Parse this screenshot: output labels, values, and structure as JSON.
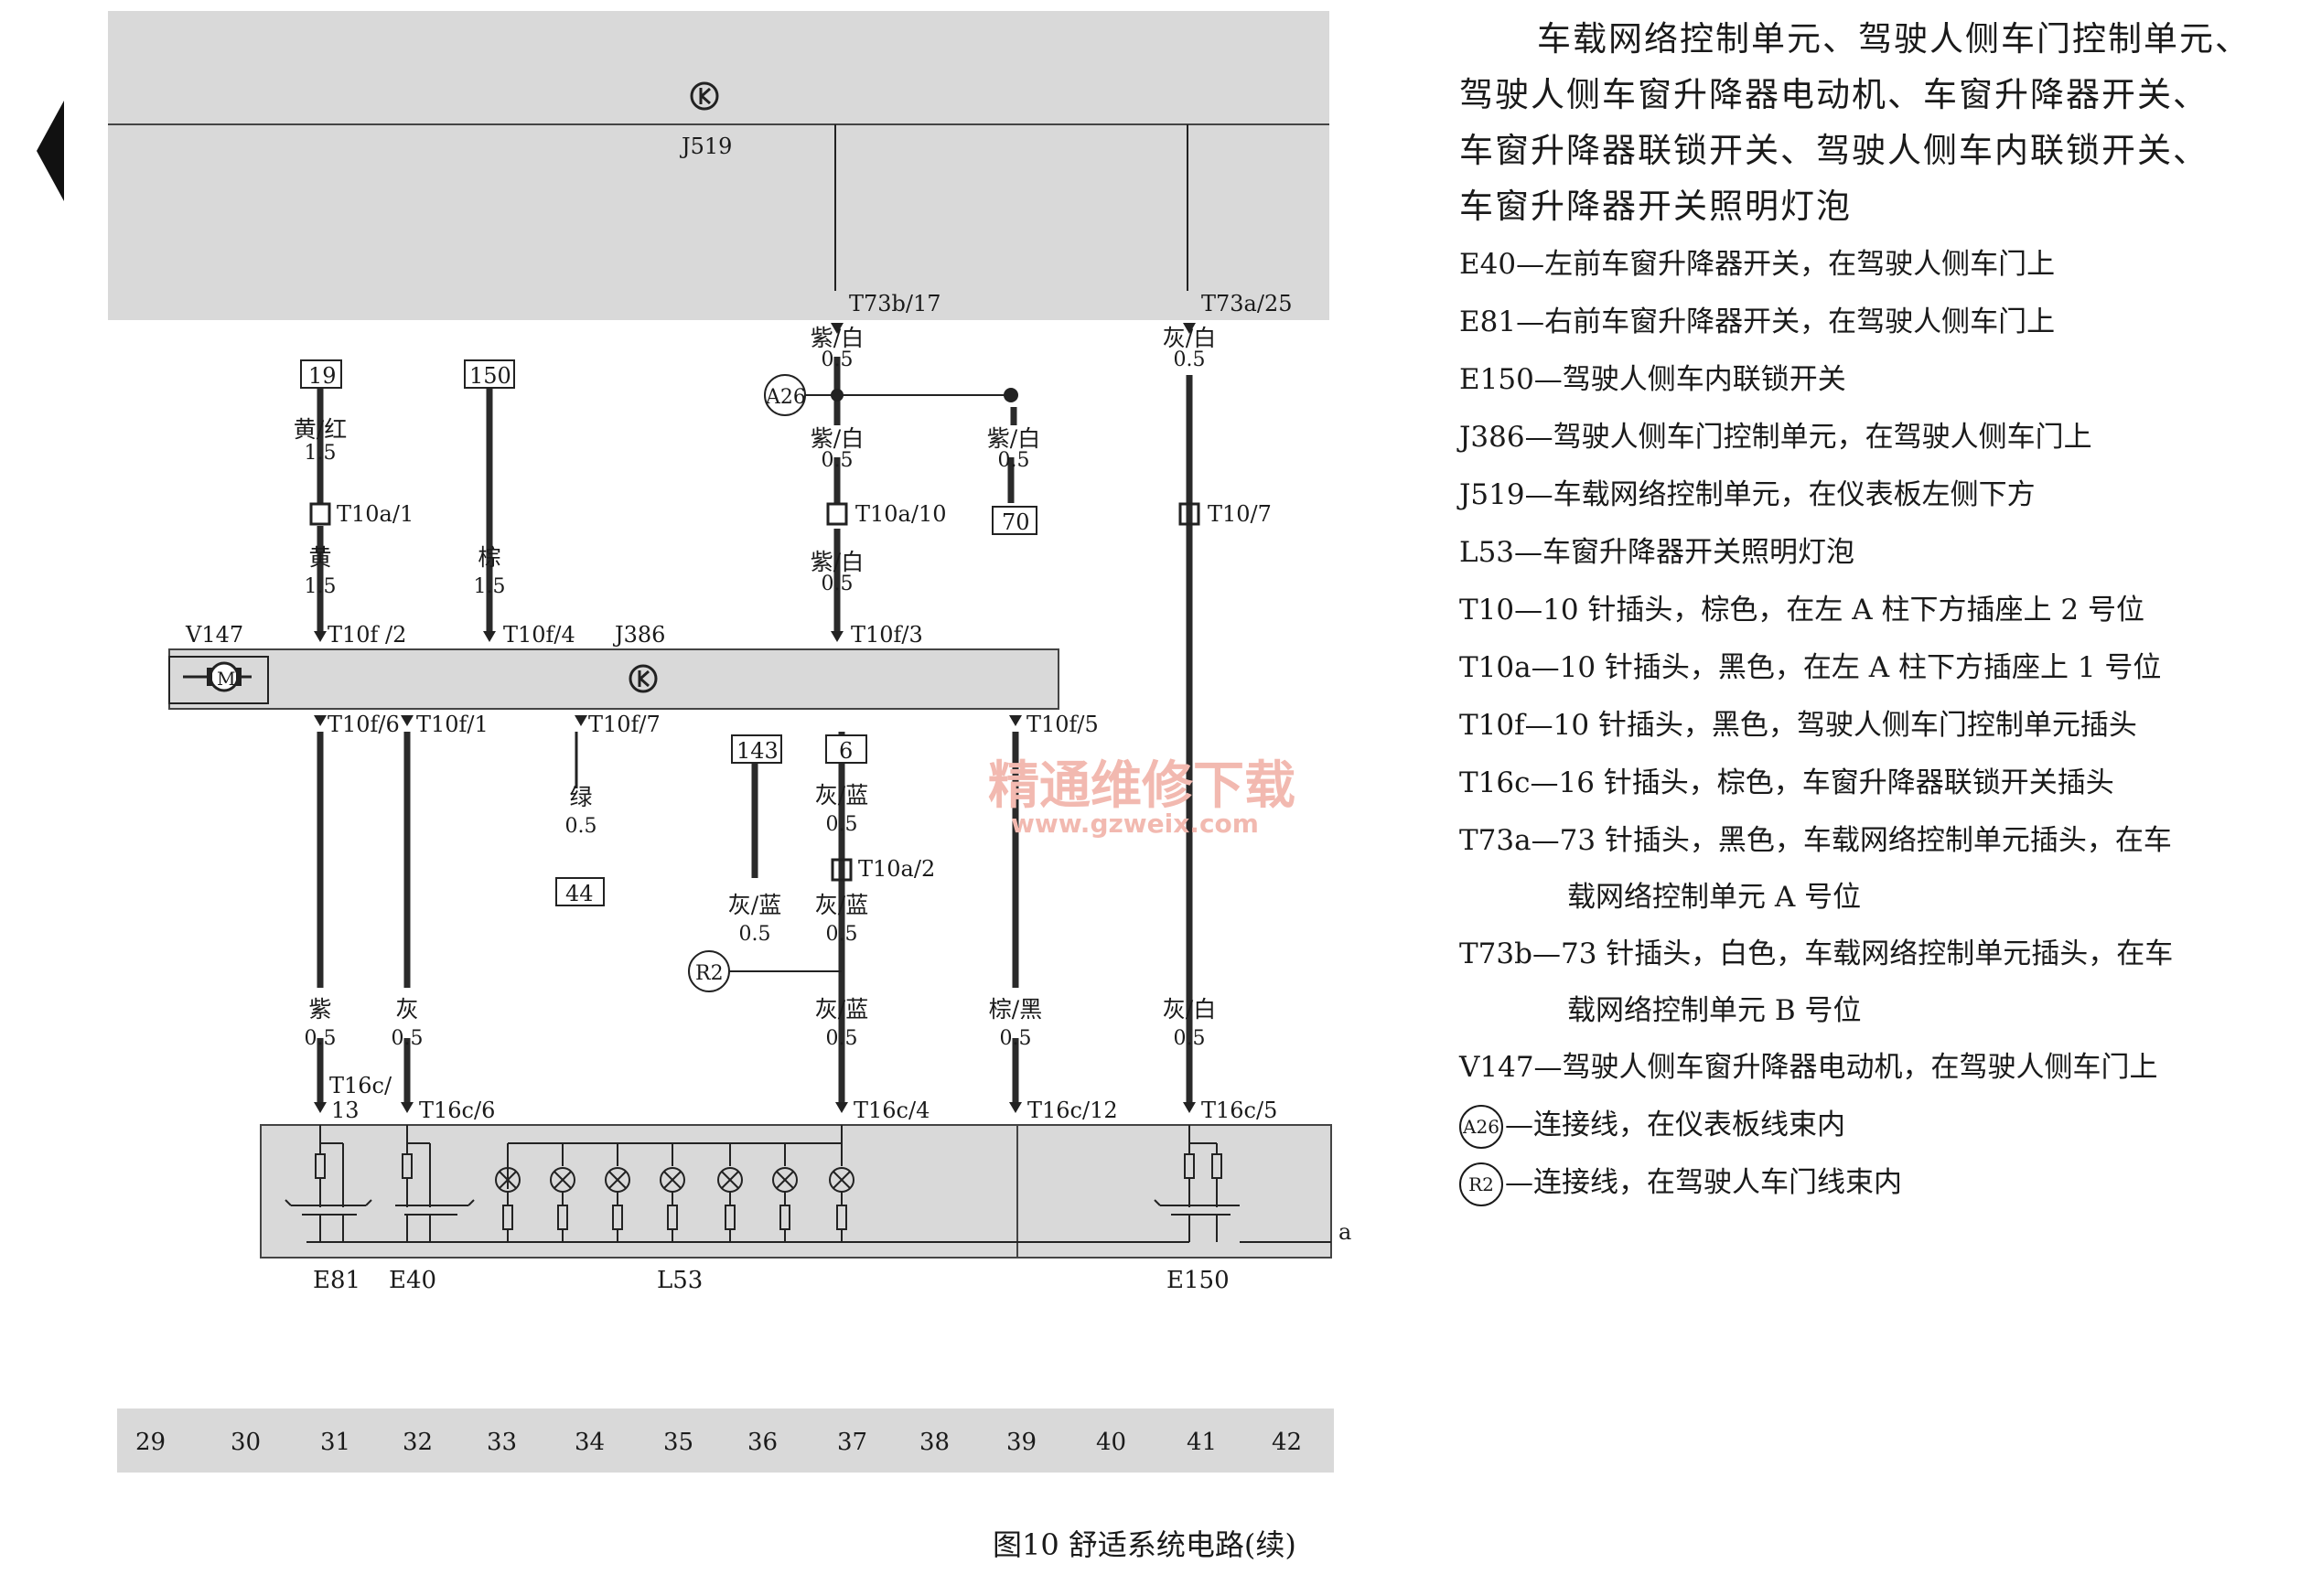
{
  "diagram": {
    "controller_top": "J519",
    "controller_door": "J386",
    "motor": "V147",
    "connectors": {
      "t73b_17": "T73b/17",
      "t73a_25": "T73a/25",
      "t10a_1": "T10a/1",
      "t10a_10": "T10a/10",
      "t10_7": "T10/7",
      "t10f_2": "T10f /2",
      "t10f_4": "T10f/4",
      "t10f_3": "T10f/3",
      "t10f_6": "T10f/6",
      "t10f_1": "T10f/1",
      "t10f_7": "T10f/7",
      "t10f_5": "T10f/5",
      "t10a_2": "T10a/2",
      "t16c_13a": "T16c/",
      "t16c_13b": "13",
      "t16c_6": "T16c/6",
      "t16c_4": "T16c/4",
      "t16c_12": "T16c/12",
      "t16c_5": "T16c/5"
    },
    "refs": {
      "r19": "19",
      "r150": "150",
      "r70": "70",
      "r143": "143",
      "r6": "6",
      "r44": "44"
    },
    "wires": {
      "purple_white": "紫/白",
      "gray_white": "灰/白",
      "yellow_red": "黄/红",
      "yellow": "黄",
      "brown": "棕",
      "green": "绿",
      "gray_blue": "灰/蓝",
      "purple": "紫",
      "gray": "灰",
      "brown_black": "棕/黑",
      "s05": "0.5",
      "s15": "1.5"
    },
    "splices": {
      "a26": "A26",
      "r2": "R2"
    },
    "components": {
      "e81": "E81",
      "e40": "E40",
      "l53": "L53",
      "e150": "E150"
    },
    "terminal_a": "a",
    "grid_numbers": [
      "29",
      "30",
      "31",
      "32",
      "33",
      "34",
      "35",
      "36",
      "37",
      "38",
      "39",
      "40",
      "41",
      "42"
    ],
    "watermark": {
      "line1": "精通维修下载",
      "line2": "www.gzweix.com"
    },
    "caption": "图10   舒适系统电路(续)"
  },
  "legend": {
    "intro": [
      "车载网络控制单元、驾驶人侧车门控制单元、",
      "驾驶人侧车窗升降器电动机、车窗升降器开关、",
      "车窗升降器联锁开关、驾驶人侧车内联锁开关、",
      "车窗升降器开关照明灯泡"
    ],
    "items": [
      "E40—左前车窗升降器开关，在驾驶人侧车门上",
      "E81—右前车窗升降器开关，在驾驶人侧车门上",
      "E150—驾驶人侧车内联锁开关",
      "J386—驾驶人侧车门控制单元，在驾驶人侧车门上",
      "J519—车载网络控制单元，在仪表板左侧下方",
      "L53—车窗升降器开关照明灯泡",
      "T10—10 针插头，棕色，在左 A 柱下方插座上 2 号位",
      "T10a—10 针插头，黑色，在左 A 柱下方插座上 1 号位",
      "T10f—10 针插头，黑色，驾驶人侧车门控制单元插头",
      "T16c—16 针插头，棕色，车窗升降器联锁开关插头"
    ],
    "items_long": [
      {
        "line1": "T73a—73 针插头，黑色，车载网络控制单元插头，在车",
        "line2": "载网络控制单元 A 号位"
      },
      {
        "line1": "T73b—73 针插头，白色，车载网络控制单元插头，在车",
        "line2": "载网络控制单元 B 号位"
      }
    ],
    "item_v147": "V147—驾驶人侧车窗升降器电动机，在驾驶人侧车门上",
    "splice_items": [
      {
        "code": "A26",
        "text": "—连接线，在仪表板线束内"
      },
      {
        "code": "R2",
        "text": "—连接线，在驾驶人车门线束内"
      }
    ]
  }
}
